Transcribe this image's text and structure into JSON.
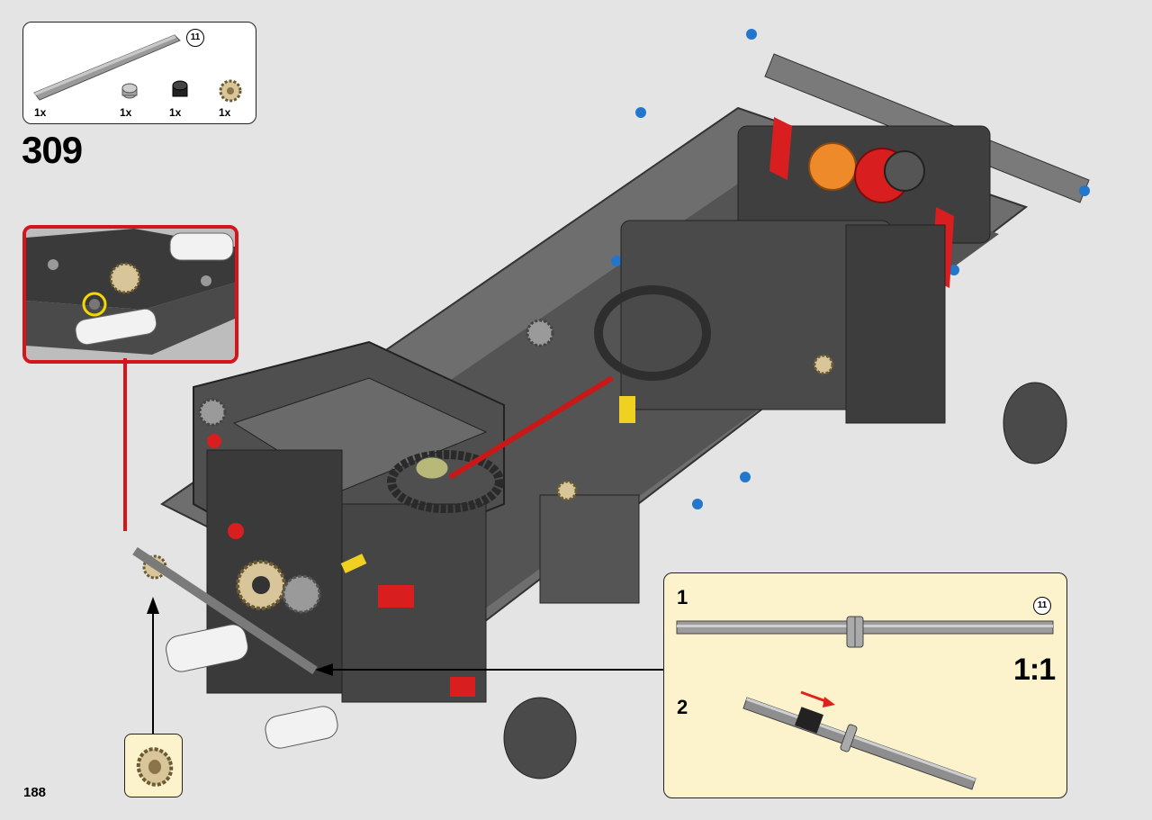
{
  "step": {
    "number": "309"
  },
  "page": {
    "number": "188"
  },
  "parts_list": {
    "length_badge": "11",
    "items": [
      {
        "icon": "axle-11-icon",
        "qty": "1x"
      },
      {
        "icon": "bush-light-gray-icon",
        "qty": "1x"
      },
      {
        "icon": "bush-black-icon",
        "qty": "1x"
      },
      {
        "icon": "gear-12-tooth-tan-icon",
        "qty": "1x"
      }
    ]
  },
  "zoom_panel": {
    "substep_1": "1",
    "substep_2": "2",
    "length_badge": "11",
    "scale": "1:1"
  },
  "colors": {
    "background": "#e4e4e4",
    "callout_fill": "#fcf3cd",
    "highlight_red": "#d6141c",
    "highlight_yellow": "#f5d800",
    "arrow_red": "#e0201a"
  }
}
